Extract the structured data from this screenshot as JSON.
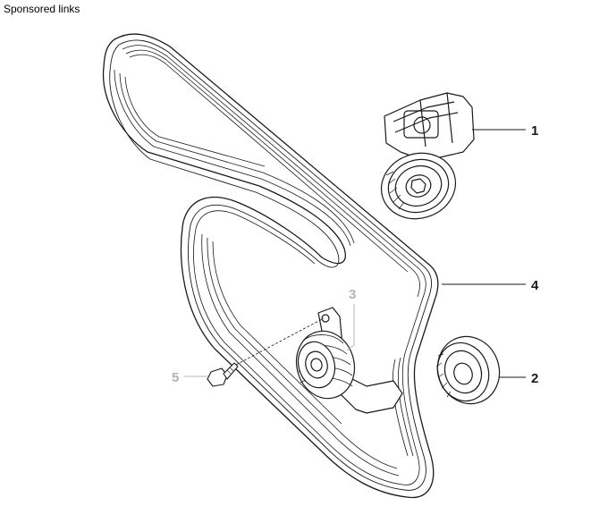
{
  "header": {
    "sponsored_label": "Sponsored links"
  },
  "callouts": [
    {
      "id": "1",
      "label": "1",
      "color": "#1a1a1a"
    },
    {
      "id": "2",
      "label": "2",
      "color": "#1a1a1a"
    },
    {
      "id": "3",
      "label": "3",
      "color": "#b4b4b4"
    },
    {
      "id": "4",
      "label": "4",
      "color": "#1a1a1a"
    },
    {
      "id": "5",
      "label": "5",
      "color": "#b4b4b4"
    }
  ],
  "colors": {
    "line": "#1a1a1a",
    "faded": "#b4b4b4",
    "background": "#ffffff"
  },
  "parts": [
    {
      "callout": "1",
      "kind": "belt-tensioner-icon"
    },
    {
      "callout": "2",
      "kind": "idler-pulley-icon"
    },
    {
      "callout": "3",
      "kind": "idler-pulley-with-bracket-icon"
    },
    {
      "callout": "4",
      "kind": "ribbed-belt-icon"
    },
    {
      "callout": "5",
      "kind": "bolt-icon"
    }
  ]
}
